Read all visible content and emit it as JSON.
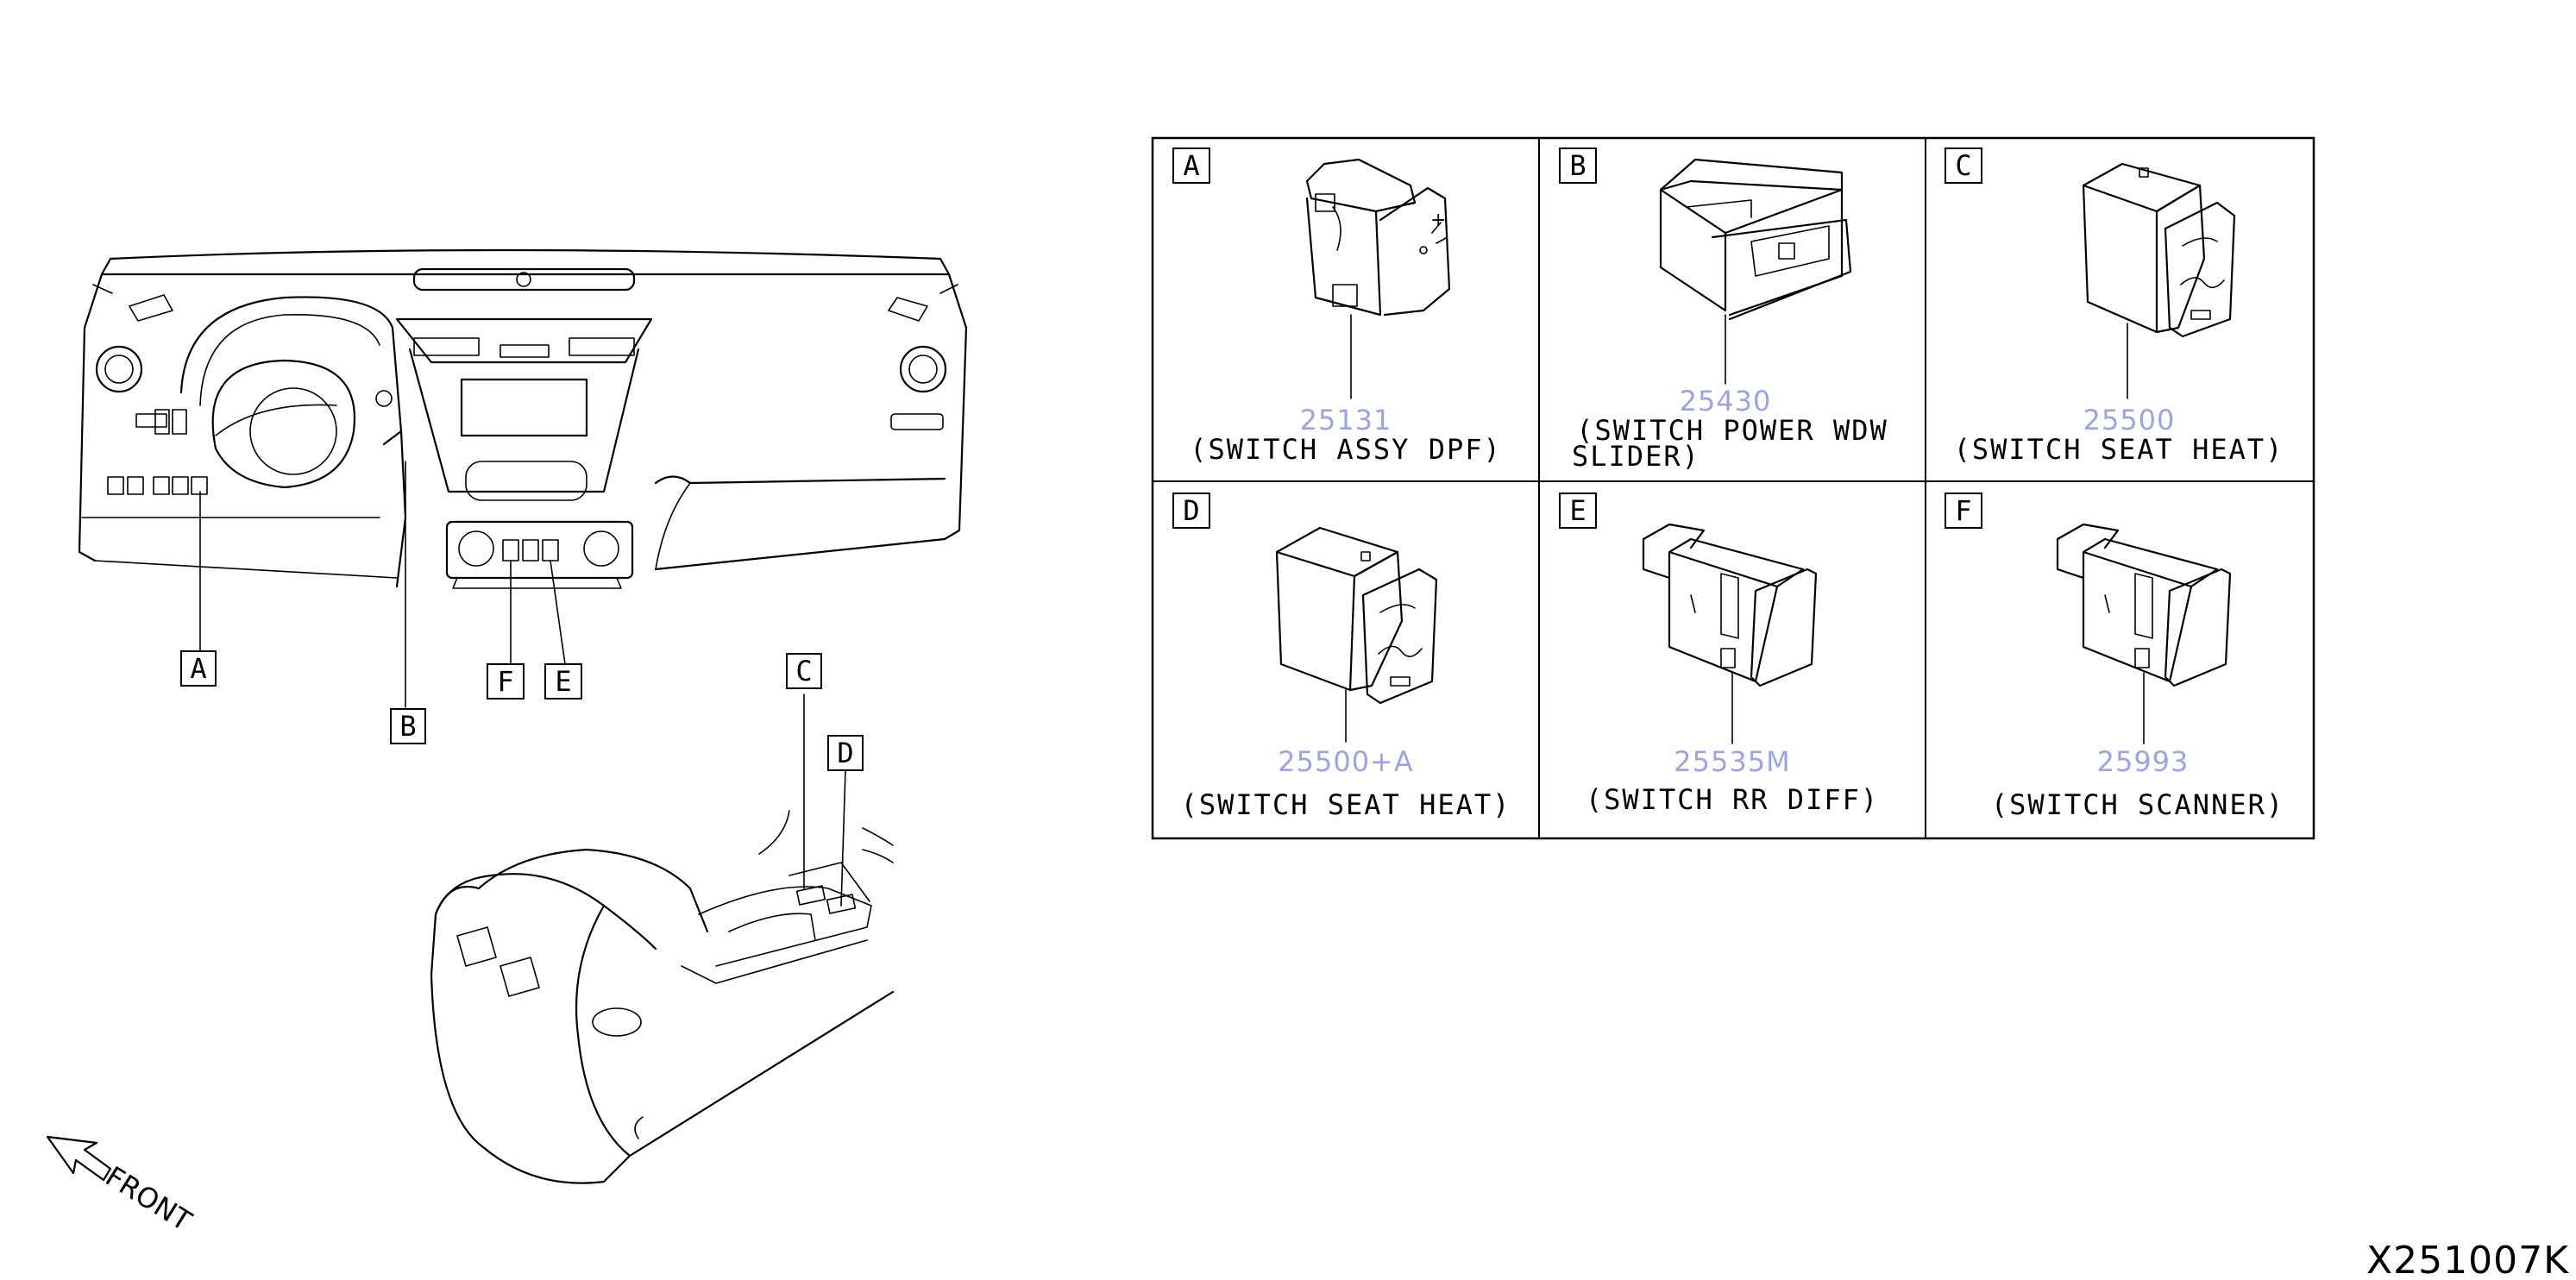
{
  "drawing_code": "X251007K",
  "front_label": "FRONT",
  "callouts": [
    "A",
    "B",
    "C",
    "D",
    "E",
    "F"
  ],
  "parts": [
    {
      "label": "A",
      "part_no": "25131",
      "desc": [
        "(SWITCH ASSY DPF)"
      ]
    },
    {
      "label": "B",
      "part_no": "25430",
      "desc": [
        "(SWITCH POWER WDW",
        "SLIDER)"
      ]
    },
    {
      "label": "C",
      "part_no": "25500",
      "desc": [
        "(SWITCH SEAT HEAT)"
      ]
    },
    {
      "label": "D",
      "part_no": "25500+A",
      "desc": [
        "(SWITCH SEAT HEAT)"
      ]
    },
    {
      "label": "E",
      "part_no": "25535M",
      "desc": [
        "(SWITCH RR DIFF)"
      ]
    },
    {
      "label": "F",
      "part_no": "25993",
      "desc": [
        "(SWITCH SCANNER)"
      ]
    }
  ],
  "colors": {
    "part_number": "#9aa3e6",
    "line": "#000000",
    "background": "#ffffff"
  }
}
